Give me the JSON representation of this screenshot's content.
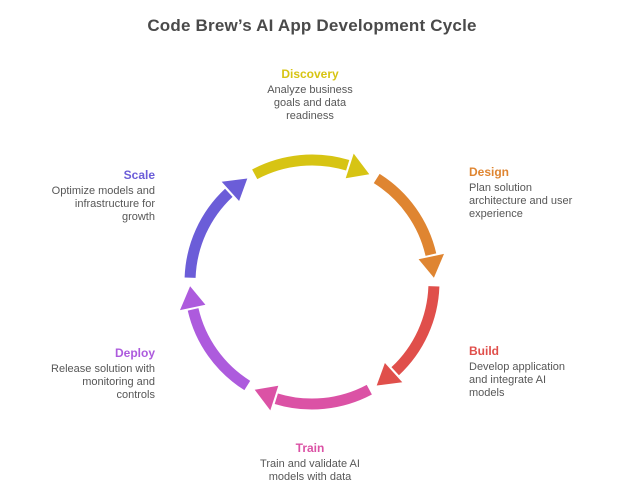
{
  "title": "Code Brew’s AI App Development Cycle",
  "colors": {
    "title_text": "#4a4a4a",
    "body_text": "#575757",
    "background": "#ffffff"
  },
  "stages": [
    {
      "name": "Discovery",
      "color": "#d7c413",
      "lines": [
        "Analyze business",
        "goals and data",
        "readiness"
      ]
    },
    {
      "name": "Design",
      "color": "#df8531",
      "lines": [
        "Plan solution",
        "architecture and user",
        "experience"
      ]
    },
    {
      "name": "Build",
      "color": "#e04f4b",
      "lines": [
        "Develop application",
        "and integrate AI",
        "models"
      ]
    },
    {
      "name": "Train",
      "color": "#db52a5",
      "lines": [
        "Train and validate AI",
        "models with data"
      ]
    },
    {
      "name": "Deploy",
      "color": "#ad5bdd",
      "lines": [
        "Release solution with",
        "monitoring and",
        "controls"
      ]
    },
    {
      "name": "Scale",
      "color": "#6b5dd8",
      "lines": [
        "Optimize models and",
        "infrastructure for",
        "growth"
      ]
    }
  ]
}
